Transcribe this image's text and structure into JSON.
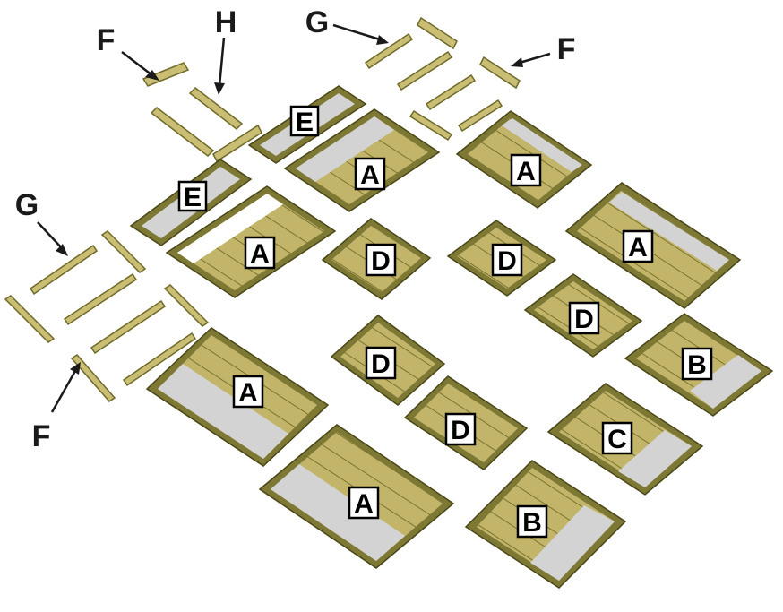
{
  "colors": {
    "board": "#c2b56a",
    "board_dark": "#9e9244",
    "board_line": "#6f6a2a",
    "frame": "#7d7834",
    "opening": "#d3d3d3",
    "rail": "#c9be74",
    "ink": "#1a1a1a"
  },
  "labels": {
    "floor_sections": [
      "A",
      "A",
      "A",
      "A",
      "A",
      "A"
    ],
    "floor_d": [
      "D",
      "D",
      "D",
      "D",
      "D"
    ],
    "floor_b": [
      "B",
      "B"
    ],
    "floor_c": [
      "C"
    ],
    "floor_e": [
      "E",
      "E"
    ]
  },
  "callouts": {
    "f_top_left": "F",
    "h_top_left": "H",
    "g_top_right": "G",
    "f_top_right": "F",
    "g_left": "G",
    "f_left": "F"
  }
}
